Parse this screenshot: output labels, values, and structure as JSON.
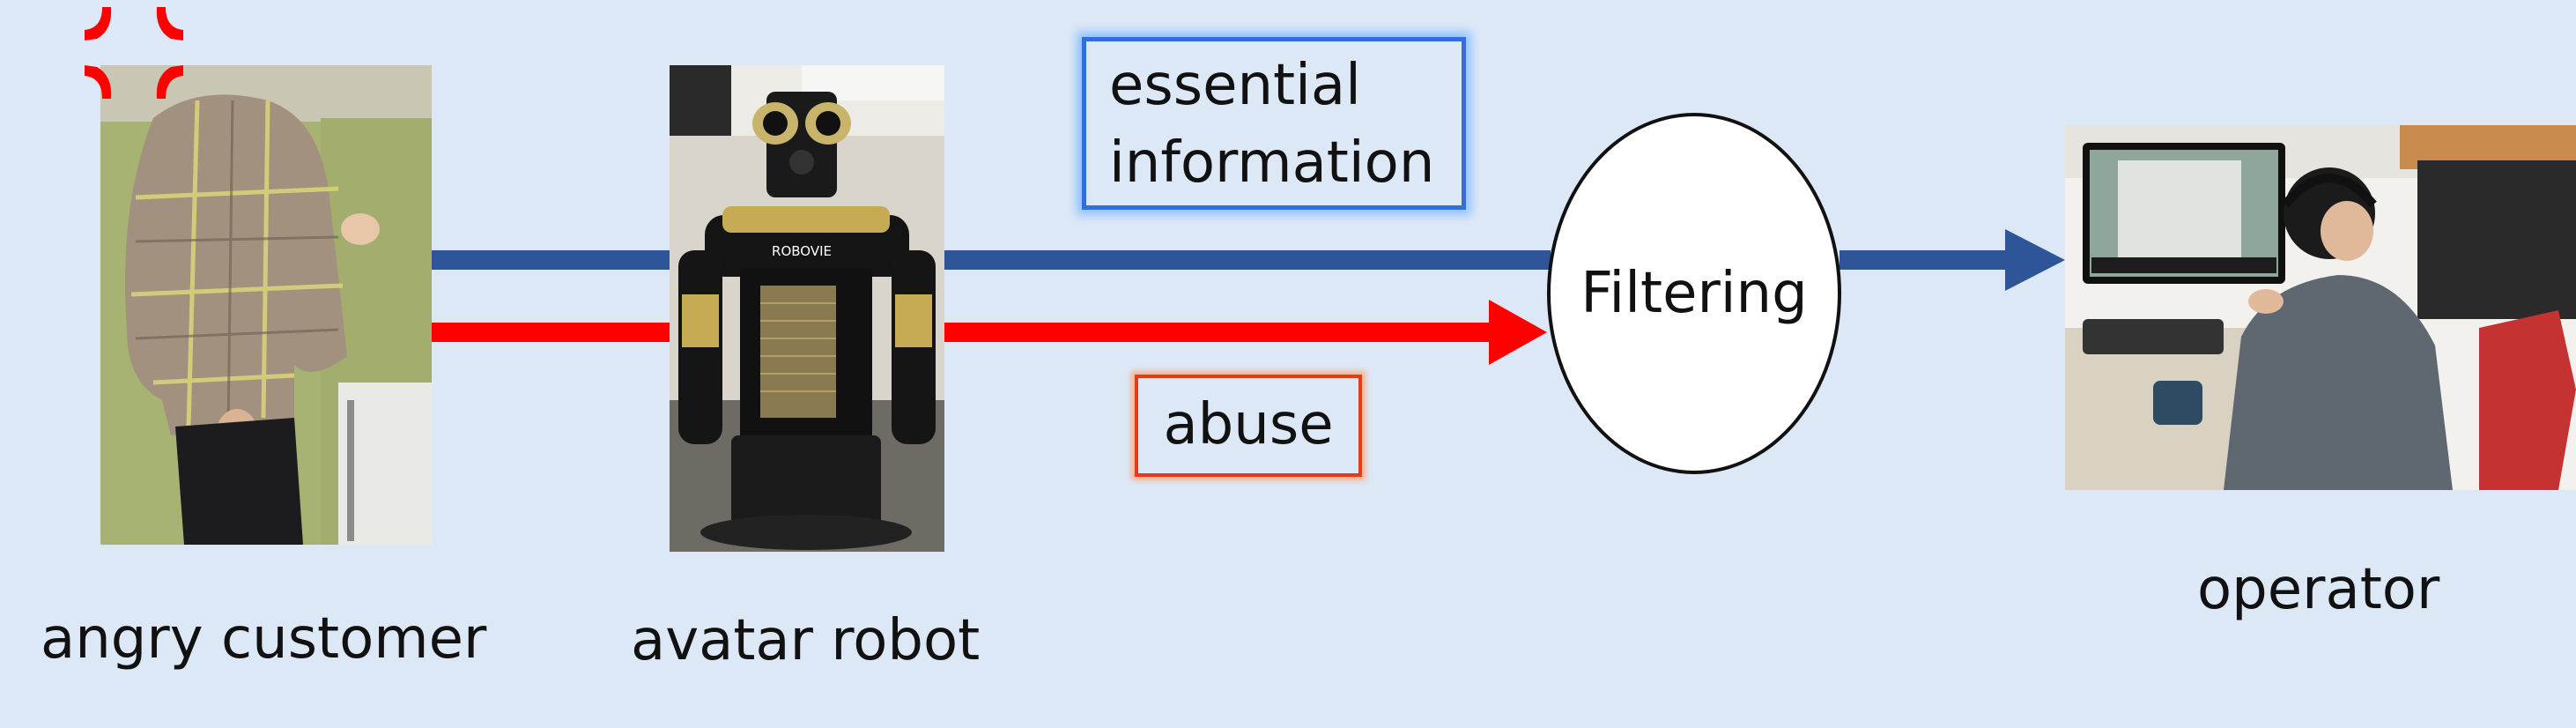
{
  "captions": {
    "customer": "angry customer",
    "robot": "avatar robot",
    "operator": "operator"
  },
  "boxes": {
    "essential_line1": "essential",
    "essential_line2": "information",
    "abuse": "abuse"
  },
  "filter": {
    "label": "Filtering"
  },
  "robot_badge": "ROBOVIE",
  "icons": {
    "anger": "anger-symbol-icon"
  },
  "colors": {
    "background": "#dde8f6",
    "blue_arrow": "#2e5597",
    "red_arrow": "#ff0000",
    "blue_box_border": "#2f6fe0",
    "red_box_border": "#e83a1a",
    "anger_symbol": "#ff0000"
  }
}
